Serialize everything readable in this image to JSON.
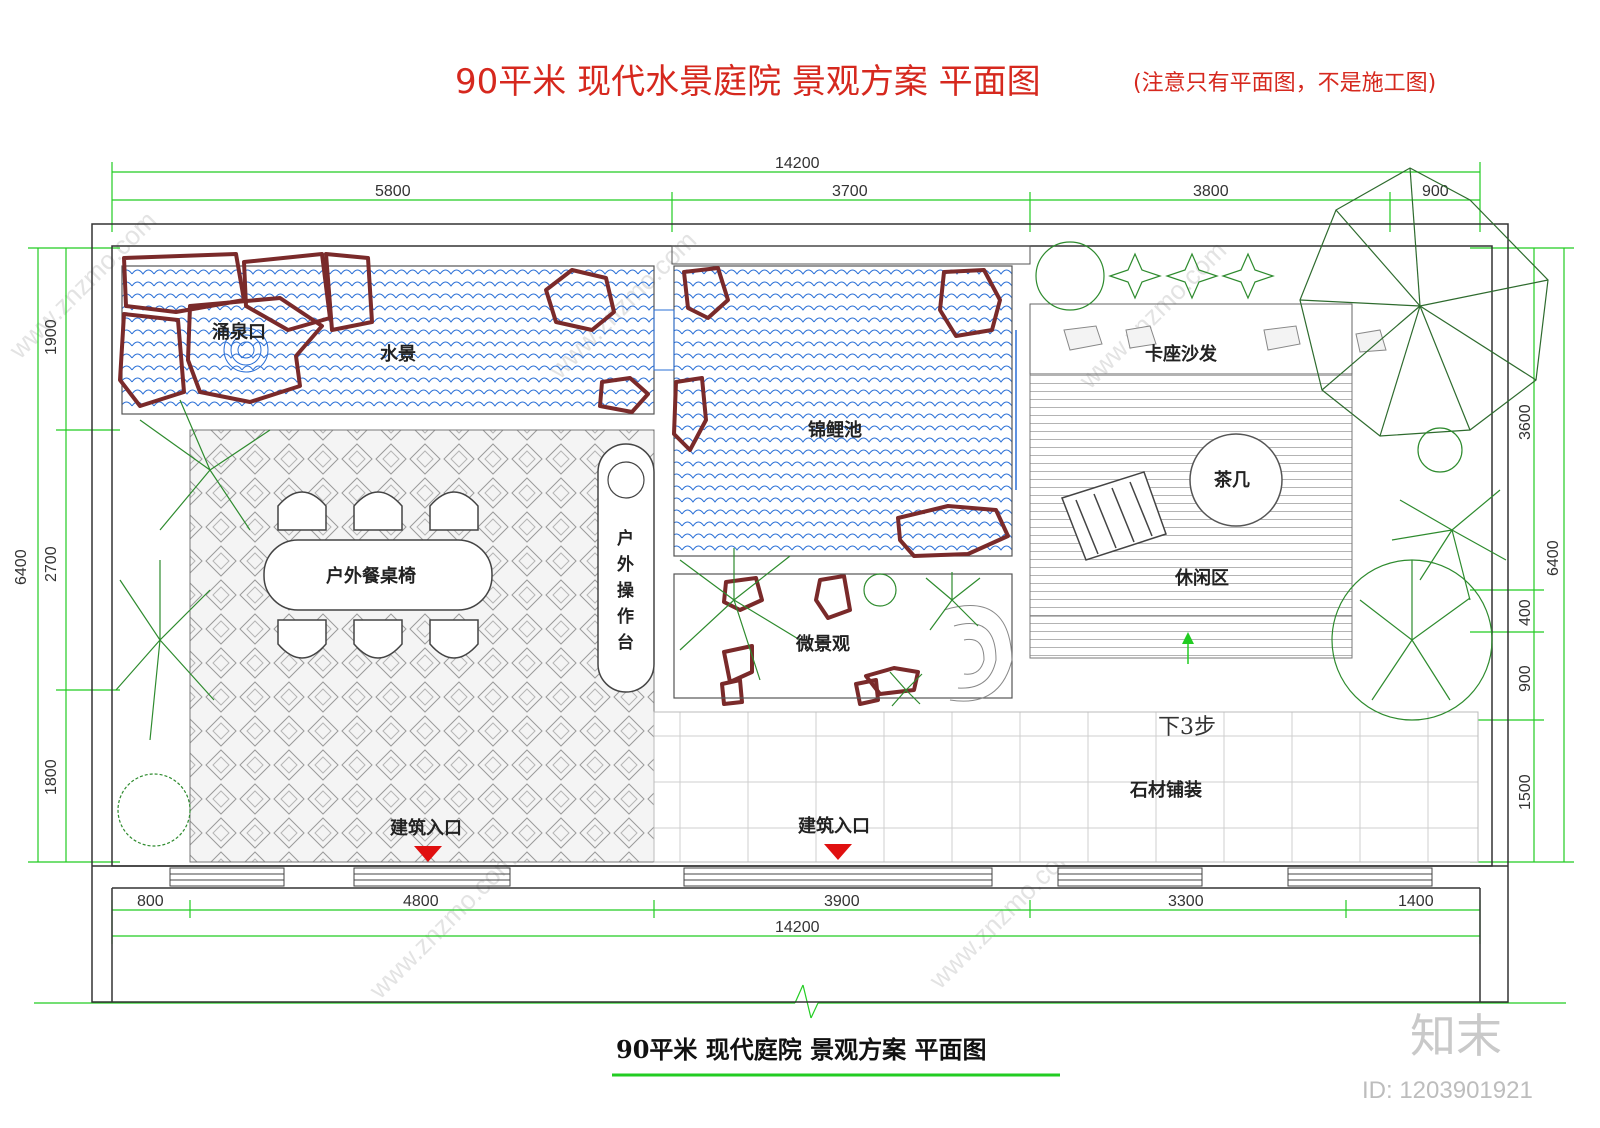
{
  "title": {
    "main": "90平米 现代水景庭院 景观方案 平面图",
    "note": "(注意只有平面图，不是施工图)"
  },
  "caption": "90平米  现代庭院  景观方案  平面图",
  "dimensions": {
    "top_total": "14200",
    "top_segments": [
      "5800",
      "3700",
      "3800",
      "900"
    ],
    "bottom_segments": [
      "800",
      "4800",
      "3900",
      "3300",
      "1400"
    ],
    "bottom_total": "14200",
    "left_total": "6400",
    "left_segments": [
      "1900",
      "2700",
      "1800"
    ],
    "right_total": "6400",
    "right_segments": [
      "3600",
      "400",
      "900",
      "1500"
    ]
  },
  "labels": {
    "fountain": "涌泉口",
    "water": "水景",
    "koi_pond": "锦鲤池",
    "booth_sofa": "卡座沙发",
    "tea_table": "茶几",
    "leisure": "休闲区",
    "dining": "户外餐桌椅",
    "prep_counter": [
      "户",
      "外",
      "操",
      "作",
      "台"
    ],
    "micro_landscape": "微景观",
    "steps_down": "下3步",
    "stone_paving": "石材铺装",
    "entrance_left": "建筑入口",
    "entrance_right": "建筑入口"
  },
  "brand": {
    "logo": "知末",
    "id": "ID: 1203901921",
    "watermark": "www.znzmo.com"
  },
  "colors": {
    "title": "#d6281e",
    "dimension_line": "#22cc22",
    "rock_outline": "#7a2a2a",
    "water_line": "#2a6fd6",
    "plant": "#2e8b2e",
    "entrance_arrow": "#e01010"
  }
}
